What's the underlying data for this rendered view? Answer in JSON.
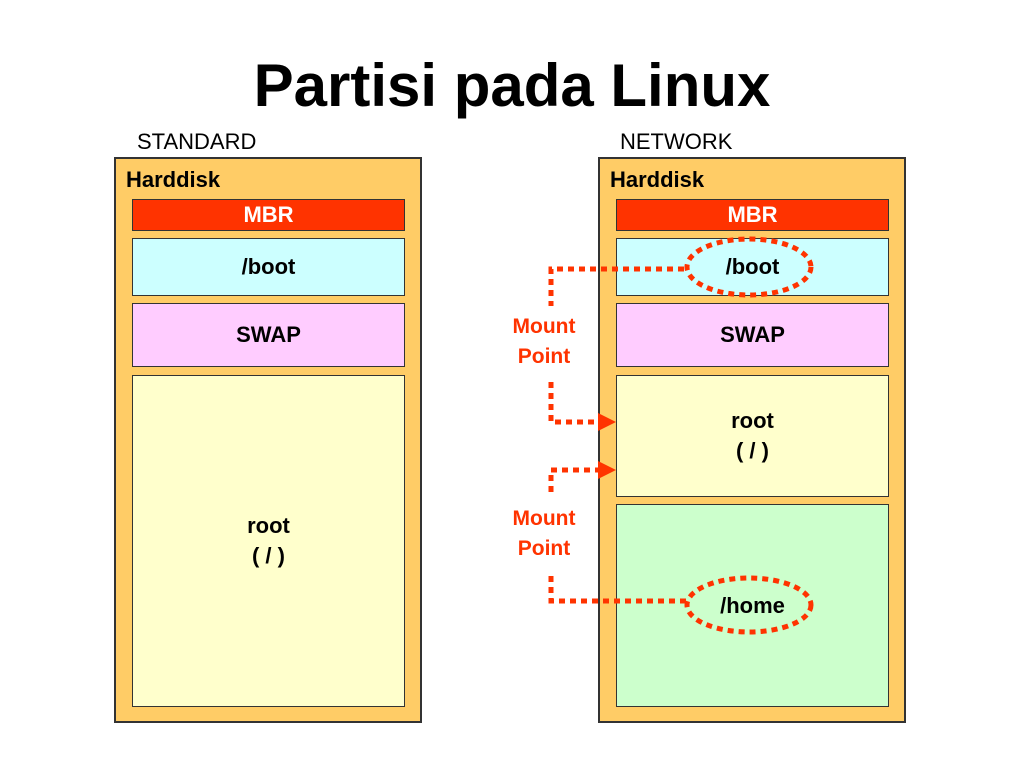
{
  "title": "Partisi pada Linux",
  "standard": {
    "label": "STANDARD",
    "disk_title": "Harddisk",
    "mbr": "MBR",
    "boot": "/boot",
    "swap": "SWAP",
    "root_line1": "root",
    "root_line2": "( / )"
  },
  "network": {
    "label": "NETWORK",
    "disk_title": "Harddisk",
    "mbr": "MBR",
    "boot": "/boot",
    "swap": "SWAP",
    "root_line1": "root",
    "root_line2": "( / )",
    "home": "/home",
    "mount_points": [
      {
        "line1": "Mount",
        "line2": "Point"
      },
      {
        "line1": "Mount",
        "line2": "Point"
      }
    ]
  },
  "colors": {
    "disk": "#FFCC66",
    "mbr": "#FF3300",
    "boot": "#CCFFFF",
    "swap": "#FFCCFF",
    "root": "#FFFFCC",
    "home": "#CCFFCC",
    "mount_accent": "#FF3300"
  }
}
